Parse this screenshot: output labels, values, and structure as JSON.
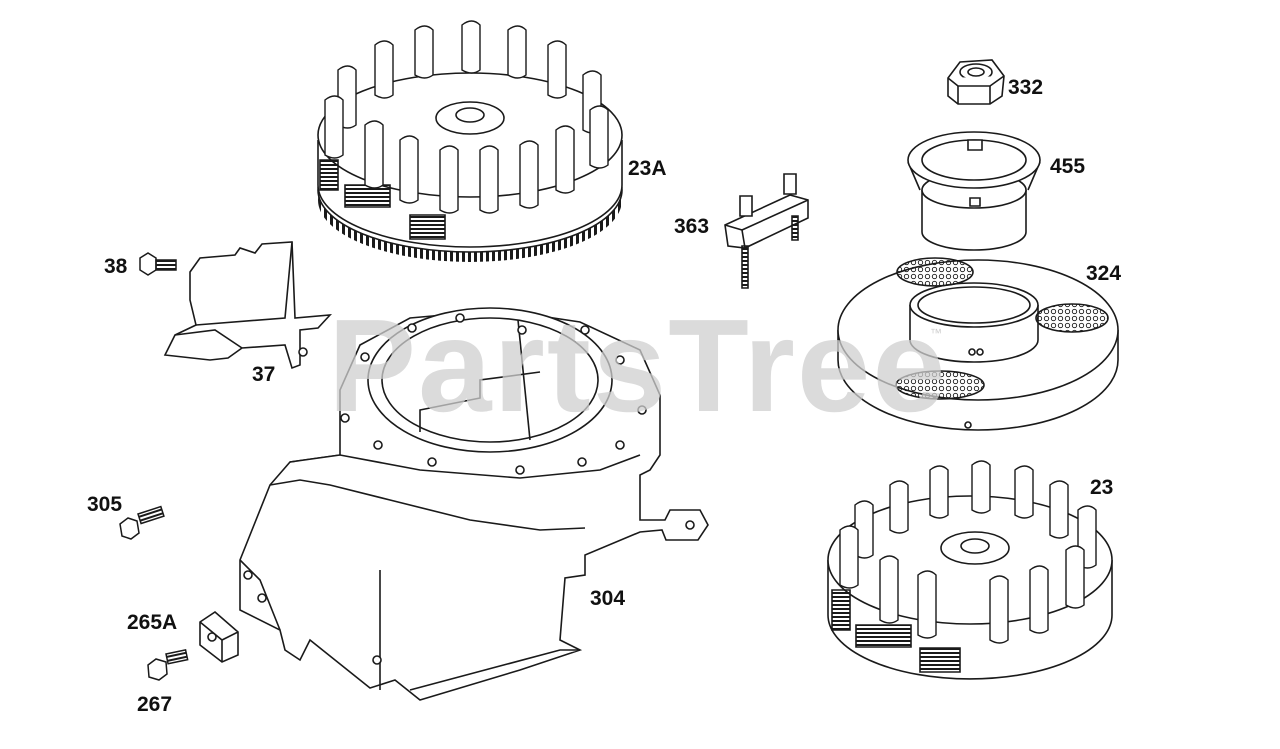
{
  "watermark": {
    "text": "PartsTree",
    "trademark": "™"
  },
  "labels": {
    "p23A": "23A",
    "p38": "38",
    "p37": "37",
    "p363": "363",
    "p332": "332",
    "p455": "455",
    "p324": "324",
    "p305": "305",
    "p304": "304",
    "p23": "23",
    "p265A": "265A",
    "p267": "267"
  },
  "colors": {
    "line": "#1a1a1a",
    "watermark": "#cfcfcf"
  }
}
